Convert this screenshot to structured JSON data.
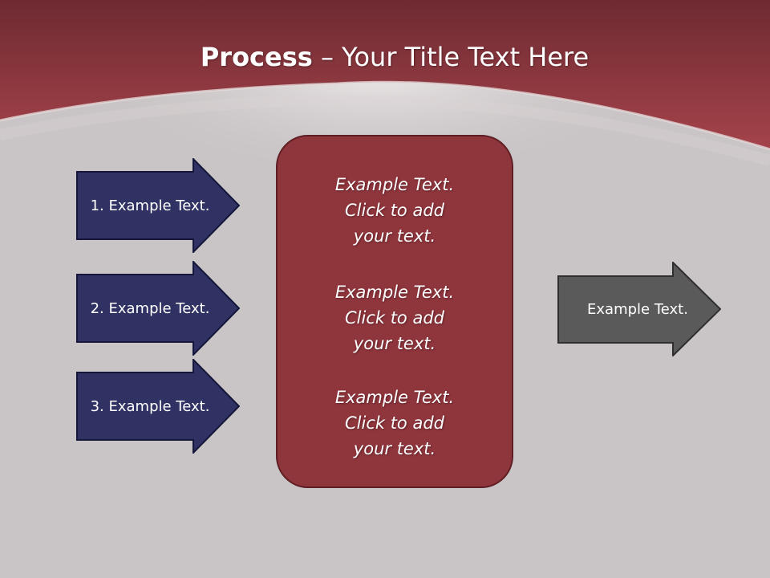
{
  "slide": {
    "title_bold": "Process",
    "title_rest": " – Your Title Text Here",
    "inputs": [
      "1. Example Text.",
      "2. Example Text.",
      "3. Example Text."
    ],
    "center_blocks": [
      [
        "Example Text.",
        "Click  to add",
        "your text."
      ],
      [
        "Example Text.",
        "Click  to add",
        "your text."
      ],
      [
        "Example Text.",
        "Click  to add",
        "your text."
      ]
    ],
    "output": "Example Text."
  },
  "colors": {
    "header": "#8f353c",
    "input_arrow": "#2f3262",
    "center_box": "#8f353c",
    "output_arrow": "#5a5a5a"
  }
}
